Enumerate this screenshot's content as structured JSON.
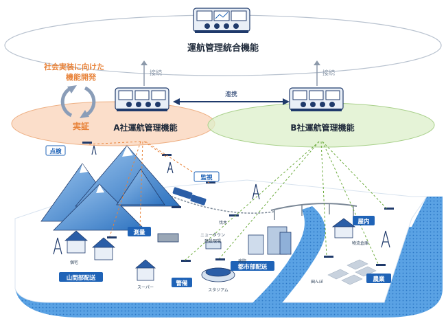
{
  "integration": {
    "title": "運航管理統合機能"
  },
  "connections": {
    "left": "接続",
    "right": "接続",
    "link": "連携"
  },
  "implementation": {
    "line1": "社会実装に向けた",
    "line2": "機能開発"
  },
  "verification": {
    "label": "実証"
  },
  "company_a": {
    "title": "A社運航管理機能"
  },
  "company_b": {
    "title": "B社運航管理機能"
  },
  "use_cases": {
    "inspection": "点検",
    "surveillance": "監視",
    "survey": "測量",
    "mountain_delivery": "山間部配送",
    "security": "警備",
    "urban_delivery": "都市部配送",
    "indoor": "屋内",
    "agriculture": "農業"
  },
  "places": {
    "private_house": "個宅",
    "logging": "伐木",
    "new_town": "ニュータウン",
    "construction": "建設現場",
    "hospital": "病院",
    "supermarket": "スーパー",
    "stadium": "スタジアム",
    "warehouse": "物流倉庫",
    "rice_field": "田んぼ"
  },
  "colors": {
    "navy": "#1f3a6b",
    "orange": "#e8833a",
    "green": "#6aaa3a",
    "label_blue": "#1f63b7",
    "ground_blue": "#3a8bd6",
    "ellipse_orange": "#f9d3b8",
    "ellipse_green": "#dcefc9"
  }
}
